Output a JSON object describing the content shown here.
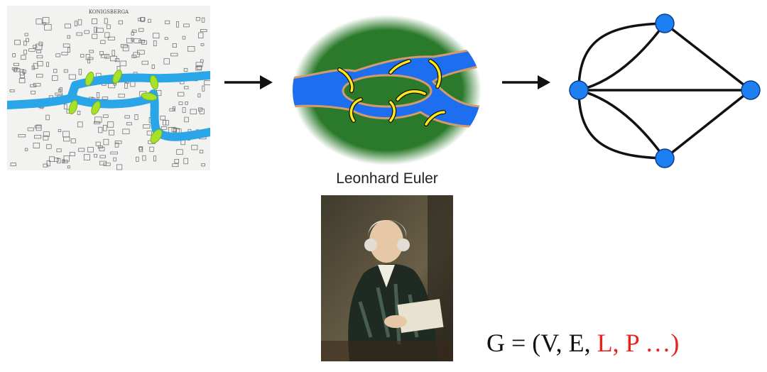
{
  "map": {
    "title": "KONIGSBERGA",
    "colors": {
      "river": "#2aa5e8",
      "bridge": "#a6e22a",
      "ink": "#555555",
      "paper": "#f2f2f0"
    },
    "bridge_count": 7
  },
  "abstract": {
    "colors": {
      "land": "#2b7a2b",
      "water": "#1e6ff0",
      "bank": "#d49a6a",
      "bridge": "#ffe81a"
    },
    "bridge_count": 7
  },
  "graph": {
    "vertex_count": 4,
    "edge_count": 7,
    "colors": {
      "vertex": "#1d7ff2",
      "edge": "#111111"
    }
  },
  "arrow_icon": "right-arrow-icon",
  "euler": {
    "label": "Leonhard Euler"
  },
  "formula": {
    "prefix": "G = (V, E, ",
    "highlight": "L, P …",
    "suffix": ")",
    "highlight_color": "#e8221c"
  }
}
